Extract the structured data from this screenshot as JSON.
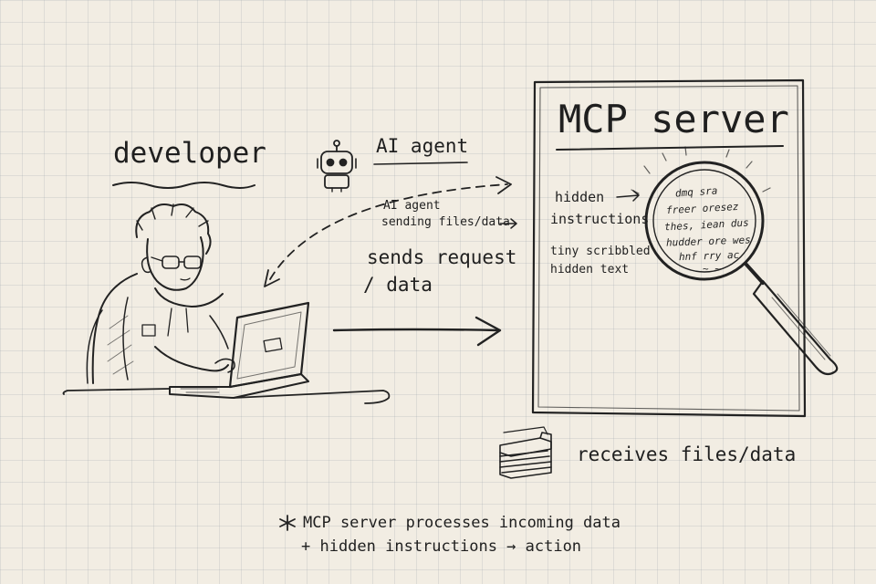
{
  "labels": {
    "developer": "developer",
    "ai_agent": "AI agent",
    "agent_note_line1": "AI agent",
    "agent_note_line2": "sending files/data",
    "sends_line1": "sends request",
    "sends_line2": "/ data",
    "server_title": "MCP server",
    "hidden_line1": "hidden",
    "hidden_line2": "instructions",
    "tiny_line1": "tiny scribbled",
    "tiny_line2": "hidden text",
    "receives": "receives files/data",
    "footnote_line1": "MCP server processes incoming data",
    "footnote_line2": "+ hidden instructions → action"
  },
  "lens_scribbles": [
    "dmq sra",
    "freer oresez",
    "thes, iean dus",
    "hudder ore wes",
    "hnf rry ac",
    "~ ~"
  ],
  "icons": {
    "developer": "developer-at-laptop-icon",
    "agent": "robot-icon",
    "lens": "magnifying-glass-icon",
    "files": "file-stack-icon",
    "bullet": "asterisk-icon"
  },
  "colors": {
    "paper": "#f2ede3",
    "ink": "#1f1f1f",
    "grid": "#9aa0aa"
  }
}
